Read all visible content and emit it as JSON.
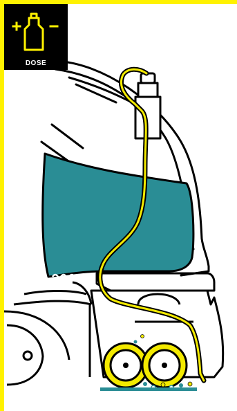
{
  "badge": {
    "label": "DOSE",
    "icon": "detergent-bottle-dose-icon",
    "plus_symbol": "plus",
    "minus_symbol": "minus"
  },
  "colors": {
    "frame_accent": "#fff200",
    "badge_background": "#000000",
    "tank_fill": "#2a8d95",
    "tube_highlight": "#f3ea00",
    "brush_yellow": "#f3ea00",
    "water_blue": "#2a8d95",
    "outline": "#000000"
  }
}
